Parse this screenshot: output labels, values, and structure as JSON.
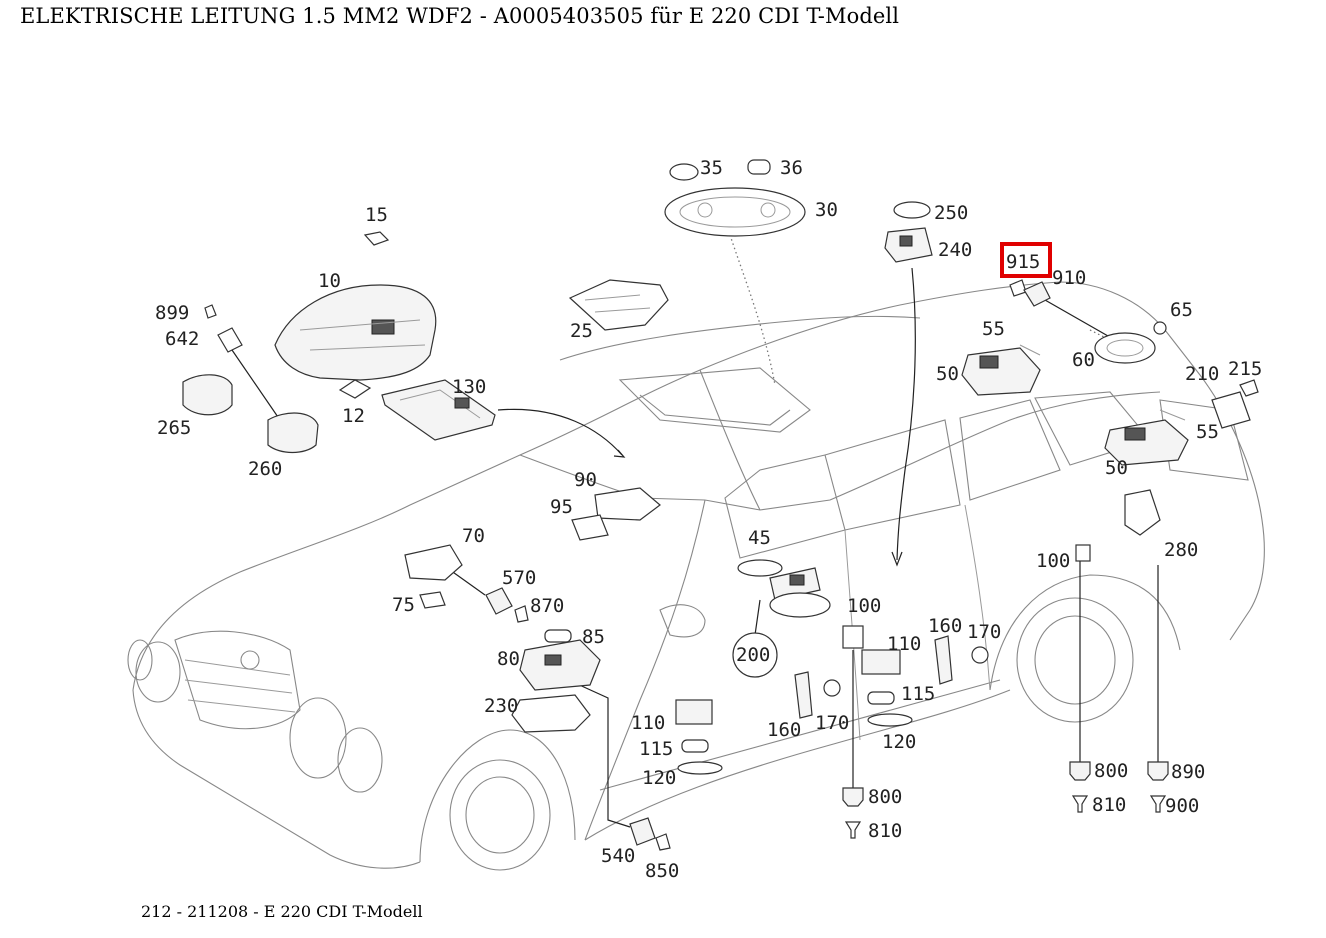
{
  "title": "ELEKTRISCHE LEITUNG 1.5 MM2 WDF2 - A0005403505 für E 220 CDI T-Modell",
  "footer": "212 - 211208 - E 220 CDI T-Modell",
  "highlighted_part": "915",
  "highlight_color": "#e00000",
  "labels": {
    "p35": "35",
    "p36": "36",
    "p30": "30",
    "p15": "15",
    "p10": "10",
    "p899": "899",
    "p642": "642",
    "p265": "265",
    "p260": "260",
    "p12": "12",
    "p130": "130",
    "p25": "25",
    "p250": "250",
    "p240": "240",
    "p915": "915",
    "p910": "910",
    "p65": "65",
    "p55a": "55",
    "p60": "60",
    "p50a": "50",
    "p210": "210",
    "p215": "215",
    "p55b": "55",
    "p50b": "50",
    "p90": "90",
    "p95": "95",
    "p70": "70",
    "p570": "570",
    "p870": "870",
    "p75": "75",
    "p85": "85",
    "p80": "80",
    "p45": "45",
    "p200": "200",
    "p100a": "100",
    "p110a": "110",
    "p160a": "160",
    "p170a": "170",
    "p115a": "115",
    "p120a": "120",
    "p230": "230",
    "p110b": "110",
    "p115b": "115",
    "p120b": "120",
    "p160b": "160",
    "p170b": "170",
    "p100b": "100",
    "p280": "280",
    "p800a": "800",
    "p810a": "810",
    "p800b": "800",
    "p810b": "810",
    "p890": "890",
    "p900": "900",
    "p540": "540",
    "p850": "850"
  }
}
